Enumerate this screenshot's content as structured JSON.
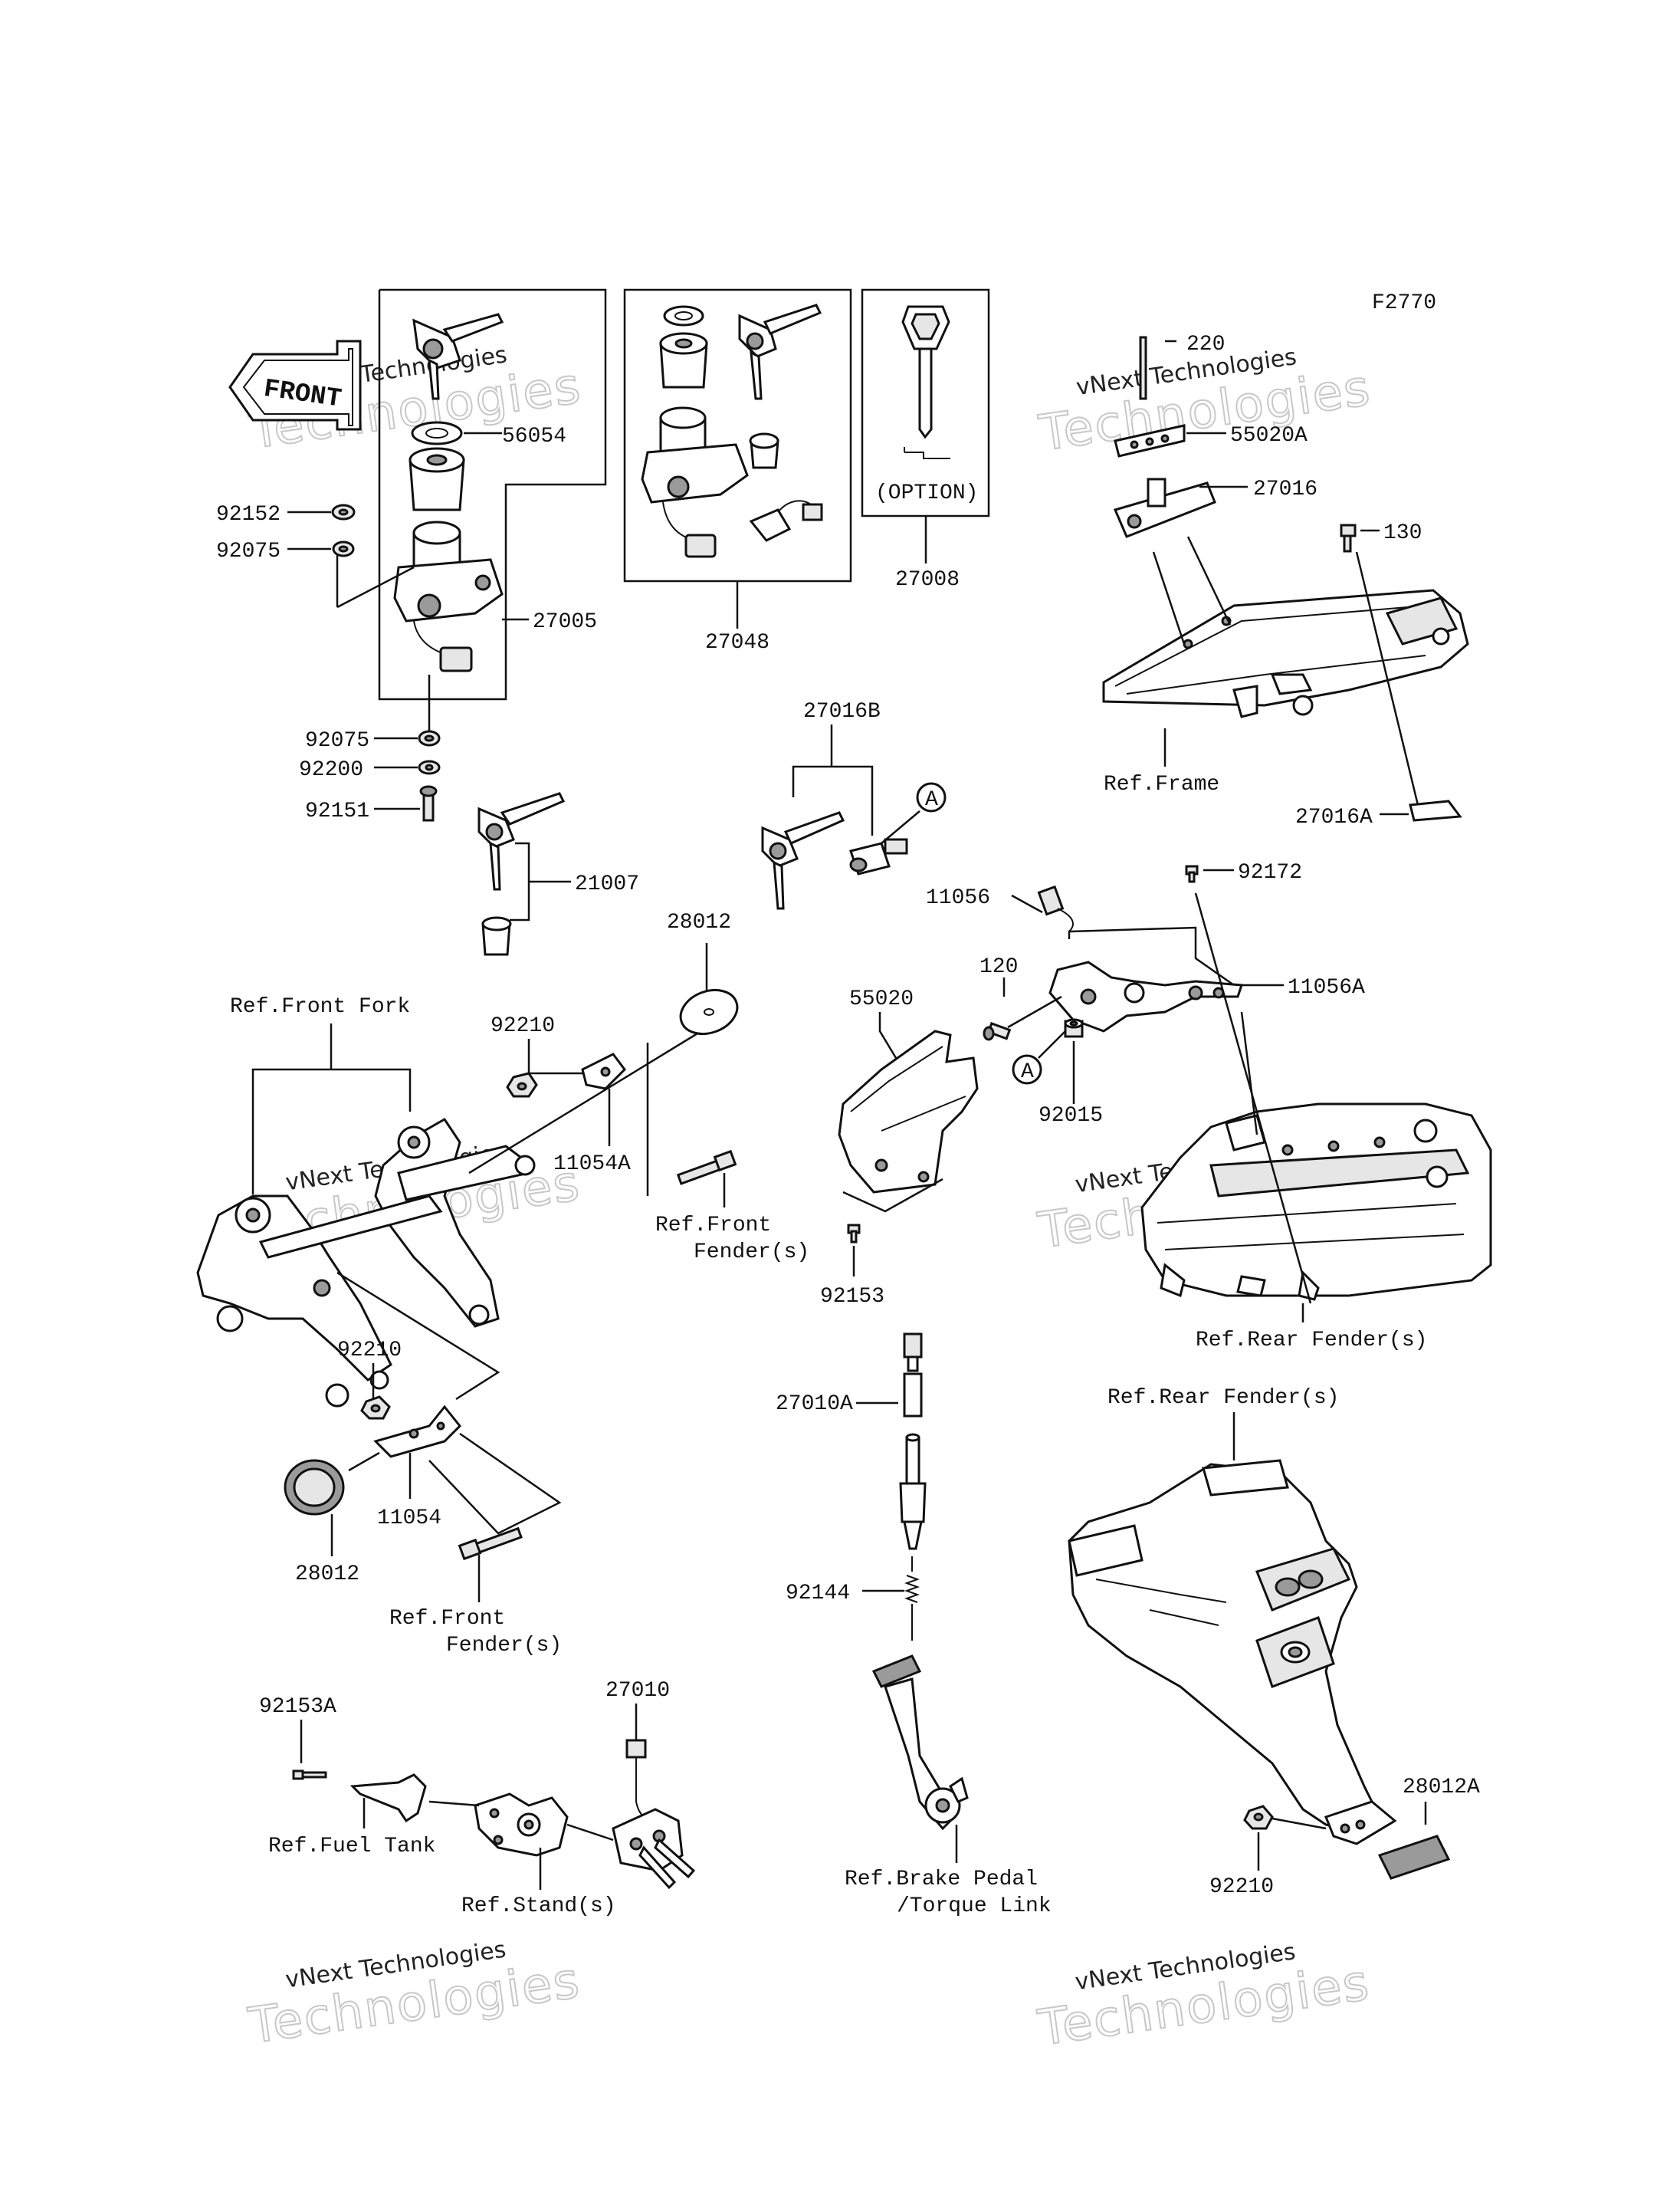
{
  "figure_code": "F2770",
  "front_badge": "FRONT",
  "option_text": "(OPTION)",
  "circle_marker": "A",
  "watermark": {
    "line1": "vNext Technologies",
    "line2": "Technologies"
  },
  "part_labels": {
    "p56054": "56054",
    "p92152": "92152",
    "p92075_top": "92075",
    "p27005": "27005",
    "p92075_bottom": "92075",
    "p92200": "92200",
    "p92151": "92151",
    "p21007": "21007",
    "p27048": "27048",
    "p27008": "27008",
    "p220": "220",
    "p55020A": "55020A",
    "p27016": "27016",
    "p130": "130",
    "p27016A": "27016A",
    "p27016B": "27016B",
    "p92172": "92172",
    "p11056": "11056",
    "p120": "120",
    "p11056A": "11056A",
    "p55020": "55020",
    "p92015": "92015",
    "p92153": "92153",
    "p28012_top": "28012",
    "p92210_top": "92210",
    "p11054A": "11054A",
    "p92210_mid": "92210",
    "p11054": "11054",
    "p28012_bottom": "28012",
    "p27010A": "27010A",
    "p92144": "92144",
    "p27010": "27010",
    "p92153A": "92153A",
    "p28012A": "28012A",
    "p92210_bottom": "92210"
  },
  "reference_labels": {
    "ref_frame": "Ref.Frame",
    "ref_front_fork": "Ref.Front Fork",
    "ref_front_fender_top_1": "Ref.Front",
    "ref_front_fender_top_2": "Fender(s)",
    "ref_rear_fender_mid": "Ref.Rear Fender(s)",
    "ref_rear_fender_low": "Ref.Rear Fender(s)",
    "ref_front_fender_bottom_1": "Ref.Front",
    "ref_front_fender_bottom_2": "Fender(s)",
    "ref_fuel_tank": "Ref.Fuel Tank",
    "ref_stands": "Ref.Stand(s)",
    "ref_brake_pedal_1": "Ref.Brake Pedal",
    "ref_brake_pedal_2": "/Torque Link"
  }
}
